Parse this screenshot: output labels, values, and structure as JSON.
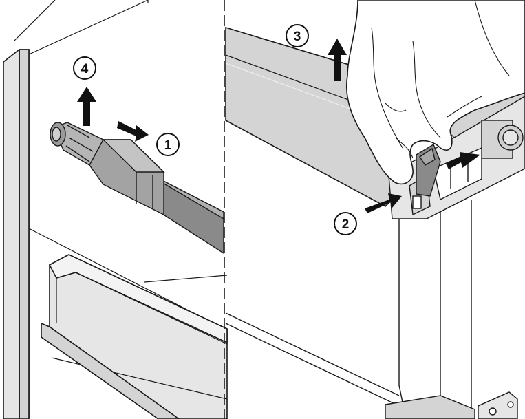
{
  "steps": [
    {
      "id": "1",
      "label": "1"
    },
    {
      "id": "2",
      "label": "2"
    },
    {
      "id": "3",
      "label": "3"
    },
    {
      "id": "4",
      "label": "4"
    }
  ],
  "colors": {
    "panel_fill": "#d4d4d4",
    "panel_edge": "#e6e6e6",
    "part_dark": "#8a8a8a",
    "part_mid": "#a3a3a3",
    "line": "#1a1a1a",
    "arrow": "#111111",
    "hand_fill": "#ffffff",
    "background": "#ffffff"
  }
}
